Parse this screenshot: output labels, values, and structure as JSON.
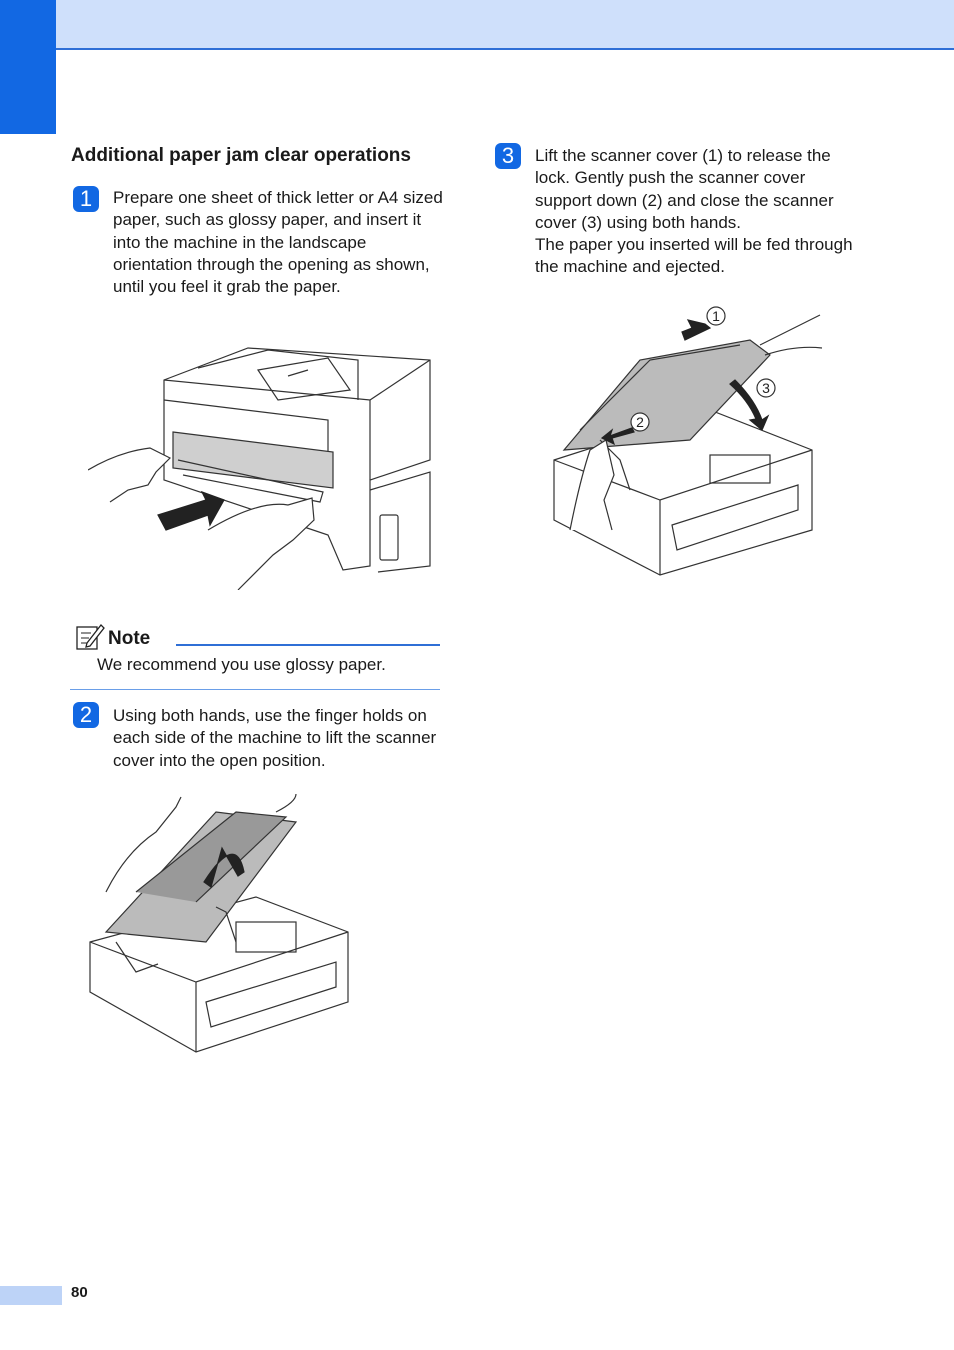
{
  "page": {
    "number": "80"
  },
  "section": {
    "title": "Additional paper jam clear operations"
  },
  "steps": [
    {
      "badge": "1",
      "text": "Prepare one sheet of thick letter or A4 sized paper, such as glossy paper, and insert it into the machine in the landscape orientation through the opening as shown, until you feel it grab the paper."
    },
    {
      "badge": "2",
      "text": "Using both hands, use the finger holds on each side of the machine to lift the scanner cover into the open position."
    },
    {
      "badge": "3",
      "text": "Lift the scanner cover (1) to release the lock. Gently push the scanner cover support down (2) and close the scanner cover (3) using both hands.",
      "text2": "The paper you inserted will be fed through the machine and ejected."
    }
  ],
  "note": {
    "icon": "note-pencil-icon",
    "label": "Note",
    "text": "We recommend you use glossy paper."
  },
  "figures": {
    "fig3_callouts": [
      "1",
      "2",
      "3"
    ]
  },
  "colors": {
    "accent": "#1268e3",
    "header_band": "#cfe0fb",
    "rule": "#2f6fd6"
  }
}
